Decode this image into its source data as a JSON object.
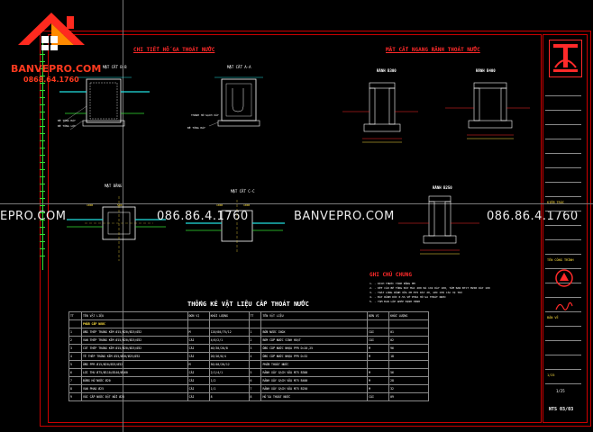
{
  "brand": {
    "name": "BANVEPRO.COM",
    "phone": "0868.64.1760",
    "brand_color": "#ff2a1f"
  },
  "watermarks": [
    {
      "id": "wm-left",
      "text": "EPRO.COM"
    },
    {
      "id": "wm-phone-1",
      "text": "086.86.4.1760"
    },
    {
      "id": "wm-center",
      "text": "BANVEPRO.COM"
    },
    {
      "id": "wm-phone-2",
      "text": "086.86.4.1760"
    }
  ],
  "sections": {
    "manhole_title": "CHI TIẾT HỐ GA THOÁT NƯỚC",
    "ditch_title": "MẶT CẮT NGANG RÃNH THOÁT NƯỚC",
    "notes_title": "GHI CHÚ CHUNG",
    "table_title": "THỐNG KÊ VẬT LIỆU CẤP THOÁT NƯỚC"
  },
  "views": {
    "section_bb": "MẶT CẮT B-B",
    "section_aa": "MẶT CẮT A-A",
    "plan_view": "MẶT BẰNG",
    "section_cc": "MẶT CẮT C-C"
  },
  "ditches": {
    "b300": "RÃNH B300",
    "b400": "RÃNH B400",
    "b250": "RÃNH B250"
  },
  "dims": {
    "d1": "1000",
    "d2": "500",
    "d3": "1000",
    "d4": "1000"
  },
  "notes_lines": [
    "1. - KÍCH THƯỚC TÍNH BẰNG MM",
    "2. - KẾT CẤU BÊ TÔNG ĐÁY MÁC 200 ĐÁ 1X2 DÀY 100, TẤM ĐAN BTCT M200 DÀY 100",
    "3. - TRÁT LÒNG RÃNH VỮA XM M75 DÀY 20, GHI CHÚ CÁC VỊ TRÍ",
    "4. - ĐÁY RÃNH DỐC 0.5% VỀ PHÍA HỐ GA THOÁT NƯỚC",
    "5. - TẤM ĐAN LẮP GHÉP ĐỊNH HÌNH"
  ],
  "table": {
    "headers": [
      "TT",
      "TÊN VẬT LIỆU",
      "ĐƠN VỊ",
      "KHỐI LƯỢNG",
      "TT",
      "TÊN VẬT LIỆU",
      "ĐƠN VỊ",
      "KHỐI LƯỢNG"
    ],
    "section_left": "PHẦN CẤP NƯỚC",
    "section_right_mid": "PHẦN THOÁT NƯỚC",
    "rows": [
      [
        "1",
        "ỐNG THÉP TRÁNG KẼM Ø15/Ø20/Ø25/Ø32",
        "M",
        "120/80/75/12",
        "1",
        "BỒN NƯỚC INOX",
        "CÁI",
        "01"
      ],
      [
        "2",
        "VAN THÉP TRÁNG KẼM Ø15/Ø20/Ø25/Ø32",
        "CÁI",
        "4/6/2/1",
        "2",
        "BƠM CẤP NƯỚC SINH HOẠT",
        "CÁI",
        "02"
      ],
      [
        "3",
        "CÚT THÉP TRÁNG KẼM Ø15/Ø20/Ø25/Ø32",
        "CÁI",
        "40/30/20/8",
        "3",
        "ỐNG CẤP NƯỚC NHỰA PPR D=20,25",
        "M",
        "96"
      ],
      [
        "4",
        "TÊ THÉP TRÁNG KẼM Ø15/Ø20/Ø25/Ø32",
        "CÁI",
        "20/16/8/4",
        "4",
        "ỐNG CẤP NƯỚC NHỰA PPR D=32",
        "M",
        "18"
      ],
      [
        "5",
        "ỐNG PPR Ø15/Ø20/Ø25/Ø32",
        "M",
        "50/40/20/12",
        "",
        "PHẦN THOÁT NƯỚC",
        "",
        ""
      ],
      [
        "6",
        "LƠI THU Ø75/Ø110/Ø140/Ø160",
        "CÁI",
        "2/1/4/1",
        "5",
        "RÃNH XÂY GẠCH VỮA M75 B300",
        "M",
        "56"
      ],
      [
        "7",
        "ĐỒNG HỒ NƯỚC Ø20",
        "CÁI",
        "1/2",
        "6",
        "RÃNH XÂY GẠCH VỮA M75 B400",
        "M",
        "28"
      ],
      [
        "8",
        "VAN PHAO Ø25",
        "CÁI",
        "1/1",
        "7",
        "RÃNH XÂY GẠCH VỮA M75 B250",
        "M",
        "32"
      ],
      [
        "9",
        "VÒI CẤP NƯỚC ĐẶT NỔI Ø25",
        "CÁI",
        "8",
        "8",
        "HỐ GA THOÁT NƯỚC",
        "CÁI",
        "09"
      ]
    ]
  },
  "title_block": {
    "rows": [
      "",
      "",
      "",
      "",
      "",
      "",
      "",
      "",
      "KIẾN TRÚC",
      "",
      "",
      "",
      "TÊN CÔNG TRÌNH",
      "",
      "",
      "",
      "BẢN VẼ",
      "",
      "",
      "",
      "1/25"
    ],
    "drawing_no": "NTS 03/03",
    "scale": "1/25"
  },
  "colors": {
    "frame": "#cc0000",
    "green": "#33e033",
    "cyan": "#22e0e0",
    "yellow": "#ffe040",
    "red": "#ff2a2a",
    "magenta": "#ff3cff"
  }
}
